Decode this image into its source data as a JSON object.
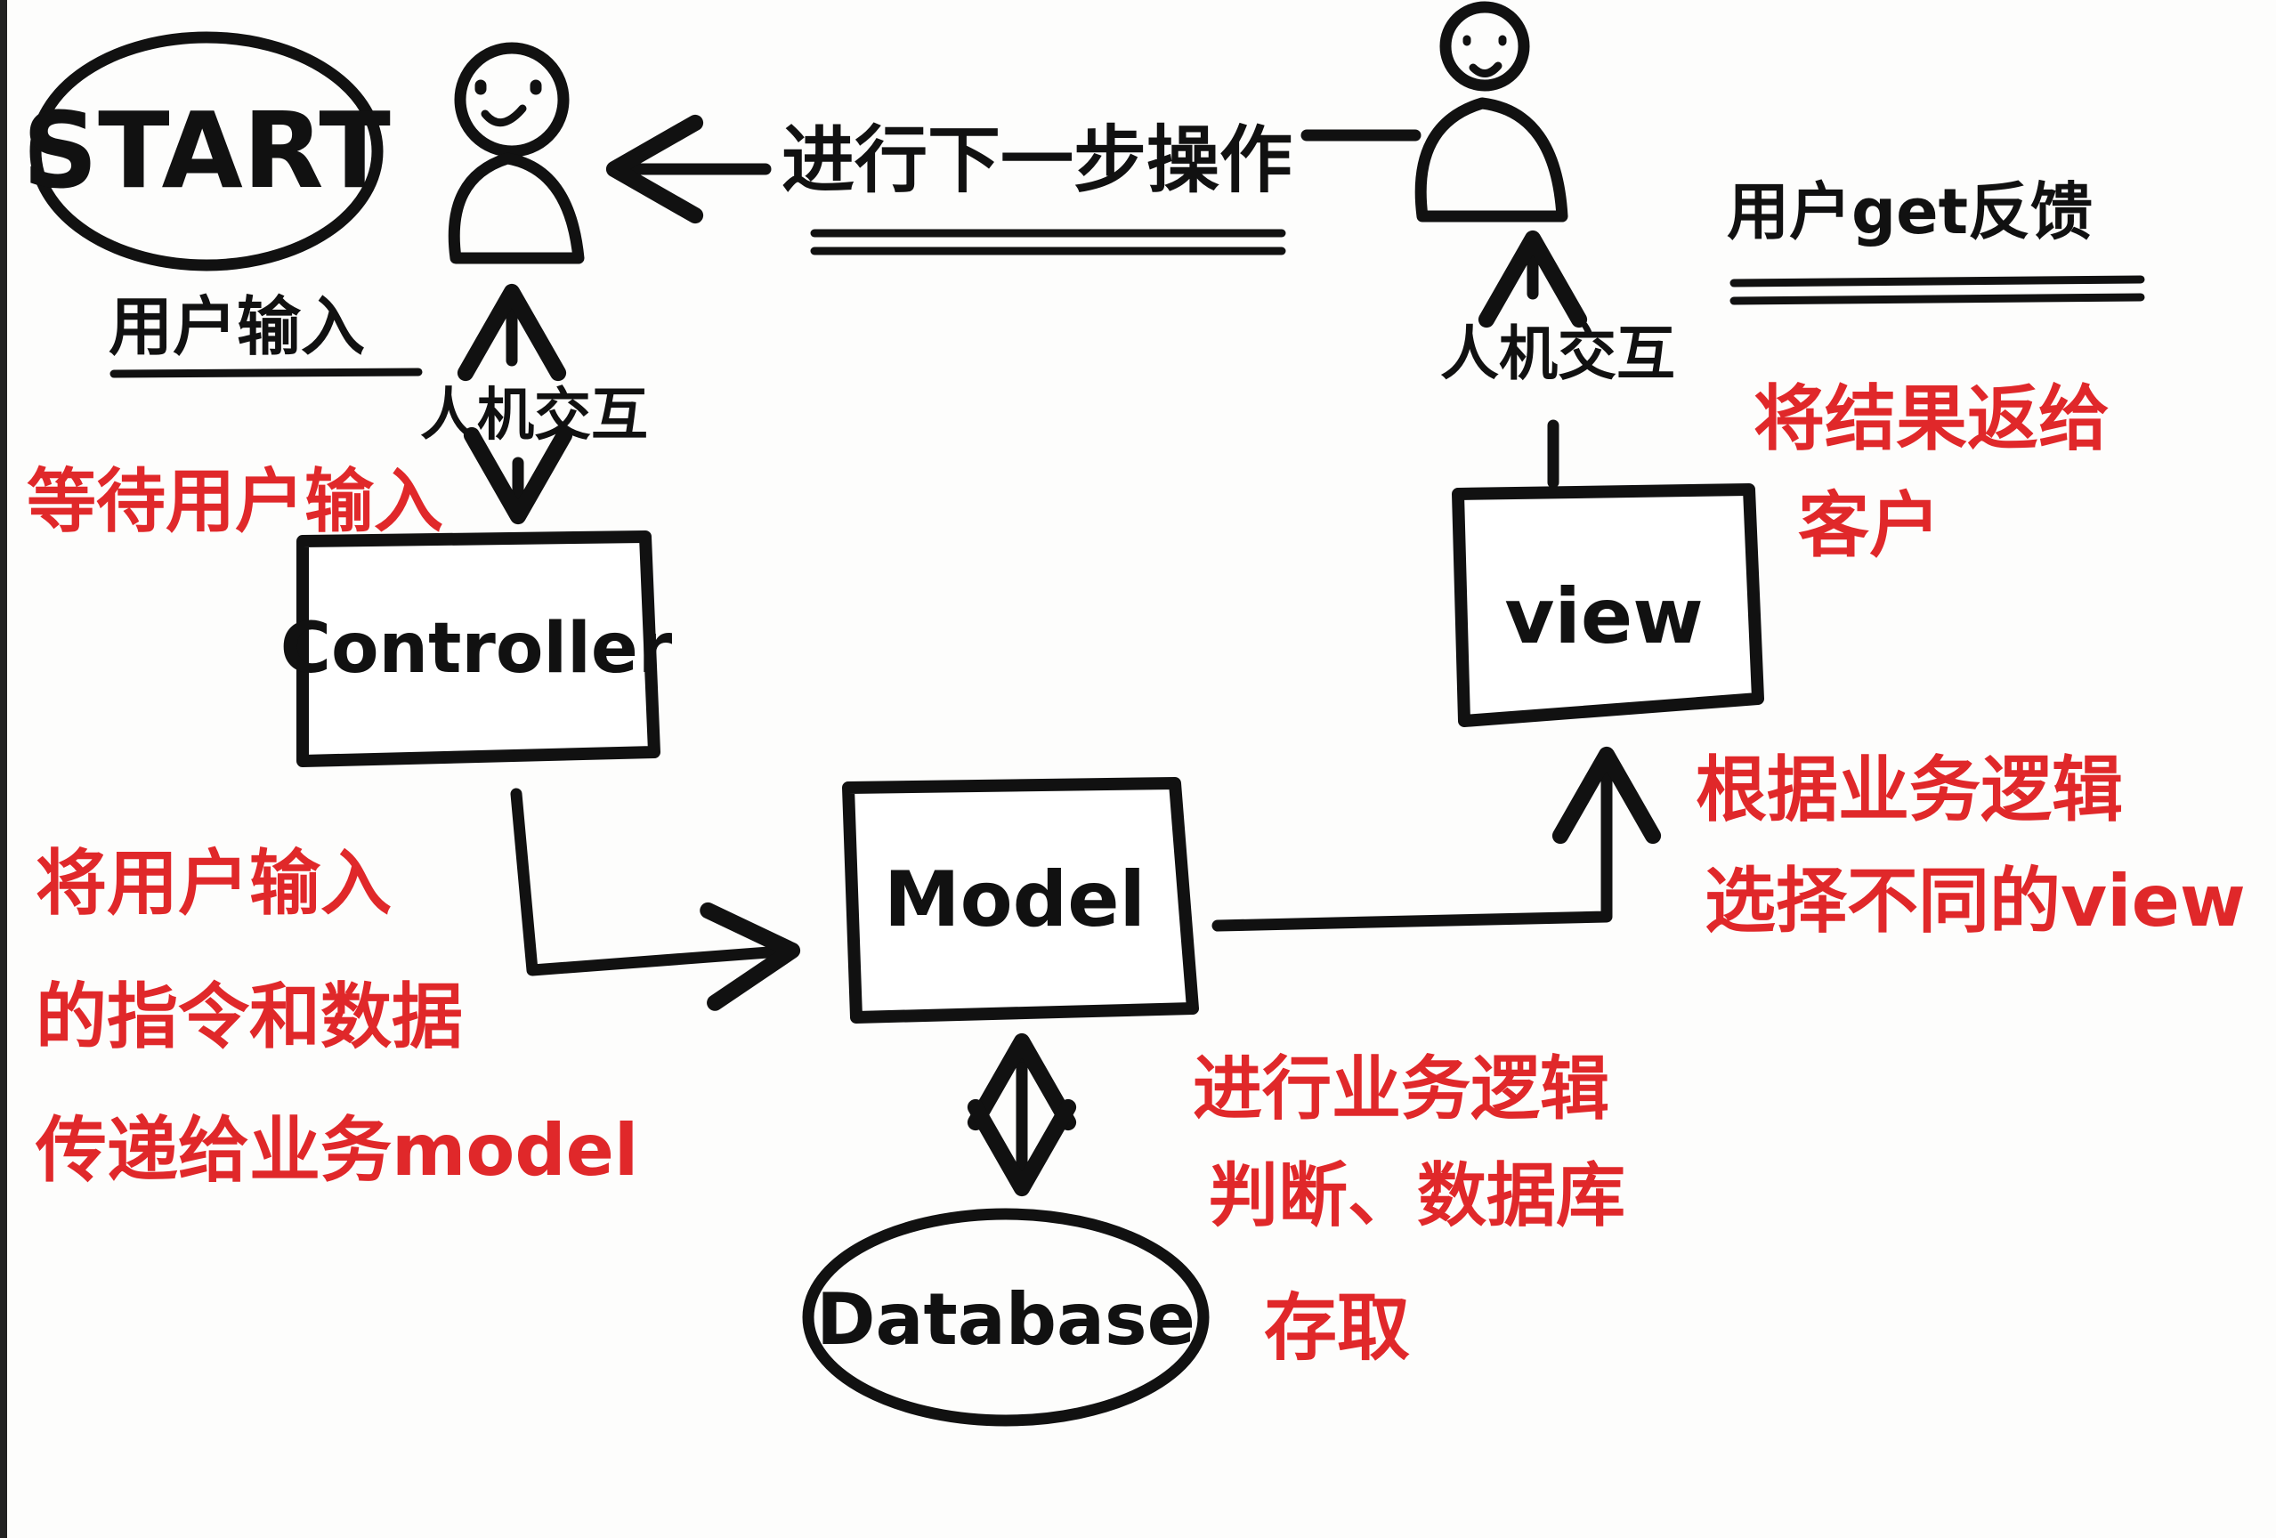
{
  "start": {
    "label": "START"
  },
  "user_left": {
    "caption": "用户输入"
  },
  "user_right": {
    "caption": "用户get反馈"
  },
  "top_arrow": {
    "label": "进行下一步操作"
  },
  "interaction_left": {
    "label": "人机交互"
  },
  "interaction_right": {
    "label": "人机交互"
  },
  "nodes": {
    "controller": "Controller",
    "model": "Model",
    "view": "view",
    "database": "Database"
  },
  "notes": {
    "wait_input": "等待用户输入",
    "controller_to_model": [
      "将用户输入",
      "的指令和数据",
      "传递给业务model"
    ],
    "model_logic": [
      "进行业务逻辑",
      "判断、数据库",
      "存取"
    ],
    "select_view": [
      "根据业务逻辑",
      "选择不同的view"
    ],
    "return_result": [
      "将结果返给",
      "客户"
    ]
  },
  "colors": {
    "ink": "#111111",
    "red_marker": "#e0282a",
    "paper": "#fdfdfc"
  }
}
